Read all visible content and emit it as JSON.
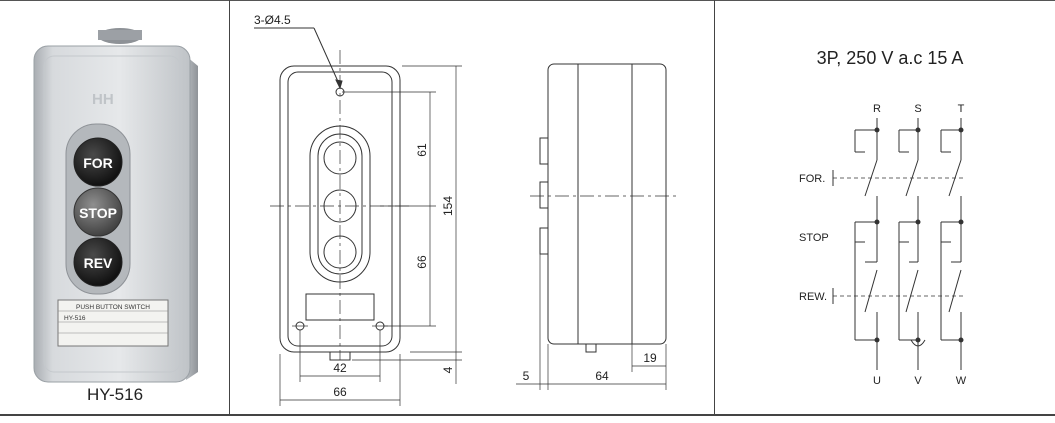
{
  "product": {
    "model_label": "HY-516",
    "brand_mark": "HH",
    "buttons": [
      "FOR",
      "STOP",
      "REV"
    ],
    "nameplate": [
      "PUSH BUTTON SWITCH",
      "HY-516"
    ]
  },
  "drawing": {
    "hole_note": "3-Ø4.5",
    "dims": {
      "d61": "61",
      "d66v": "66",
      "d154": "154",
      "d42": "42",
      "d66h": "66",
      "d4": "4",
      "d5": "5",
      "d64": "64",
      "d19": "19"
    }
  },
  "circuit": {
    "rating": "3P, 250 V a.c 15 A",
    "top_terminals": [
      "R",
      "S",
      "T"
    ],
    "bottom_terminals": [
      "U",
      "V",
      "W"
    ],
    "row_labels": {
      "for": "FOR.",
      "stop": "STOP",
      "rew": "REW."
    }
  }
}
